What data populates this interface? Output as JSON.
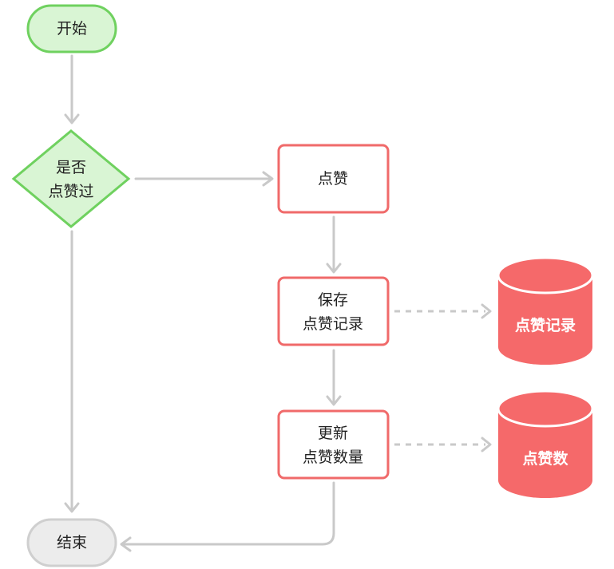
{
  "colors": {
    "start_fill": "#d9f5d4",
    "start_stroke": "#6fd15f",
    "end_fill": "#ececec",
    "end_stroke": "#cfcfcf",
    "process_fill": "#ffffff",
    "process_stroke": "#f06a6a",
    "database_fill": "#f5696a",
    "edge": "#c9c9c9"
  },
  "nodes": {
    "start": {
      "label": "开始"
    },
    "decision": {
      "lines": [
        "是否",
        "点赞过"
      ]
    },
    "like": {
      "label": "点赞"
    },
    "save": {
      "lines": [
        "保存",
        "点赞记录"
      ]
    },
    "update": {
      "lines": [
        "更新",
        "点赞数量"
      ]
    },
    "end": {
      "label": "结束"
    },
    "db_records": {
      "label": "点赞记录"
    },
    "db_count": {
      "label": "点赞数"
    }
  },
  "edges": [
    {
      "from": "start",
      "to": "decision",
      "style": "solid"
    },
    {
      "from": "decision",
      "to": "like",
      "style": "solid"
    },
    {
      "from": "decision",
      "to": "end",
      "style": "solid"
    },
    {
      "from": "like",
      "to": "save",
      "style": "solid"
    },
    {
      "from": "save",
      "to": "update",
      "style": "solid"
    },
    {
      "from": "update",
      "to": "end",
      "style": "solid"
    },
    {
      "from": "save",
      "to": "db_records",
      "style": "dashed"
    },
    {
      "from": "update",
      "to": "db_count",
      "style": "dashed"
    }
  ]
}
